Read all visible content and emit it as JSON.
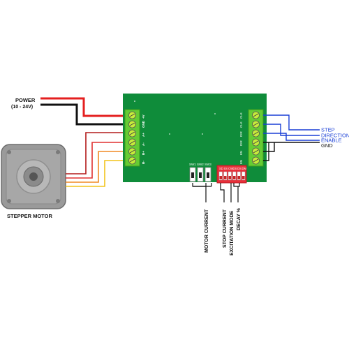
{
  "power": {
    "title": "POWER",
    "range": "(10 - 24V)"
  },
  "motor": {
    "label": "STEPPER MOTOR"
  },
  "left_terminal_labels": [
    "+V",
    "GND",
    "A+",
    "A-",
    "B+",
    "B-"
  ],
  "right_terminal_labels": [
    "CLK",
    "CLK",
    "DIR",
    "DIR",
    "EN",
    "EN"
  ],
  "switches": {
    "labels": [
      "SW1",
      "SW2",
      "SW3"
    ],
    "dip_labels": [
      "SD",
      "SS",
      "CW",
      "DS",
      "DS",
      "DM"
    ]
  },
  "signals": {
    "step": "STEP",
    "direction": "DIRECTION",
    "enable": "ENABLE",
    "gnd": "GND"
  },
  "callouts": {
    "motor_current": "MOTOR CURRENT",
    "stop_current": "STOP CURRENT",
    "excitation_mode": "EXCITATION MODE",
    "decay": "DECAY %"
  },
  "colors": {
    "board": "#0f8c3a",
    "terminal": "#66cc33",
    "dip_block": "#e8303a",
    "power_red": "#e41f1f",
    "signal_blue": "#1a3fd6"
  }
}
